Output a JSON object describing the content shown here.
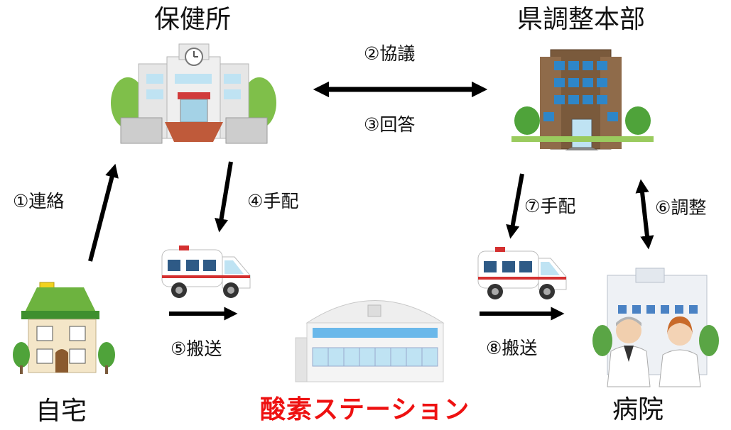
{
  "nodes": {
    "health_center": "保健所",
    "prefecture_hq": "県調整本部",
    "home": "自宅",
    "oxygen_station": "酸素ステーション",
    "hospital": "病院"
  },
  "steps": {
    "s1": "①連絡",
    "s2": "②協議",
    "s3": "③回答",
    "s4": "④手配",
    "s5": "⑤搬送",
    "s6": "⑥調整",
    "s7": "⑦手配",
    "s8": "⑧搬送"
  },
  "colors": {
    "oxygen_label": "#ee1111",
    "arrow": "#000000"
  }
}
